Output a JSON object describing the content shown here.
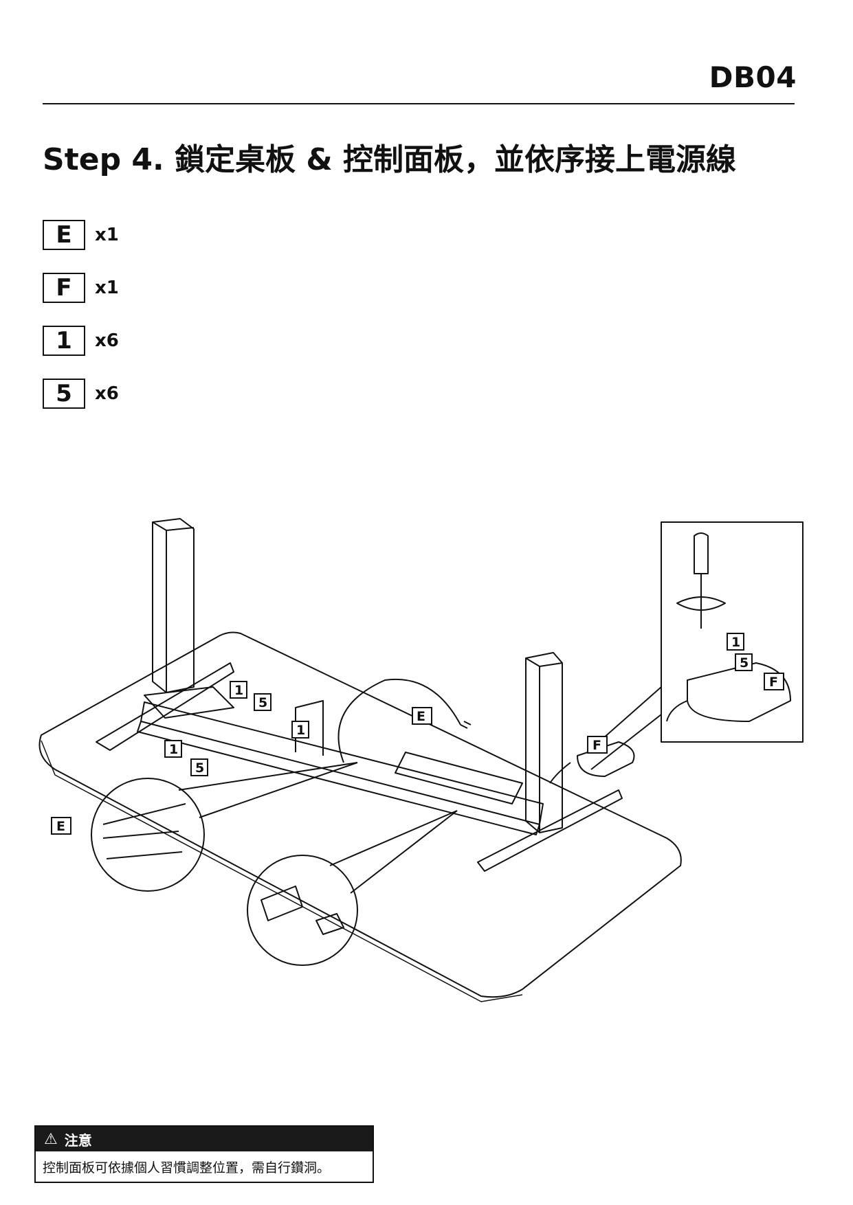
{
  "header": {
    "doc_code": "DB04"
  },
  "step": {
    "title": "Step 4. 鎖定桌板 & 控制面板，並依序接上電源線"
  },
  "parts": [
    {
      "id": "E",
      "qty": "x1"
    },
    {
      "id": "F",
      "qty": "x1"
    },
    {
      "id": "1",
      "qty": "x6"
    },
    {
      "id": "5",
      "qty": "x6"
    }
  ],
  "diagram": {
    "callouts": {
      "screw": "1",
      "washer": "5",
      "cable": "E",
      "panel": "F"
    }
  },
  "notice": {
    "heading": "注意",
    "text": "控制面板可依據個人習慣調整位置，需自行鑽洞。"
  }
}
